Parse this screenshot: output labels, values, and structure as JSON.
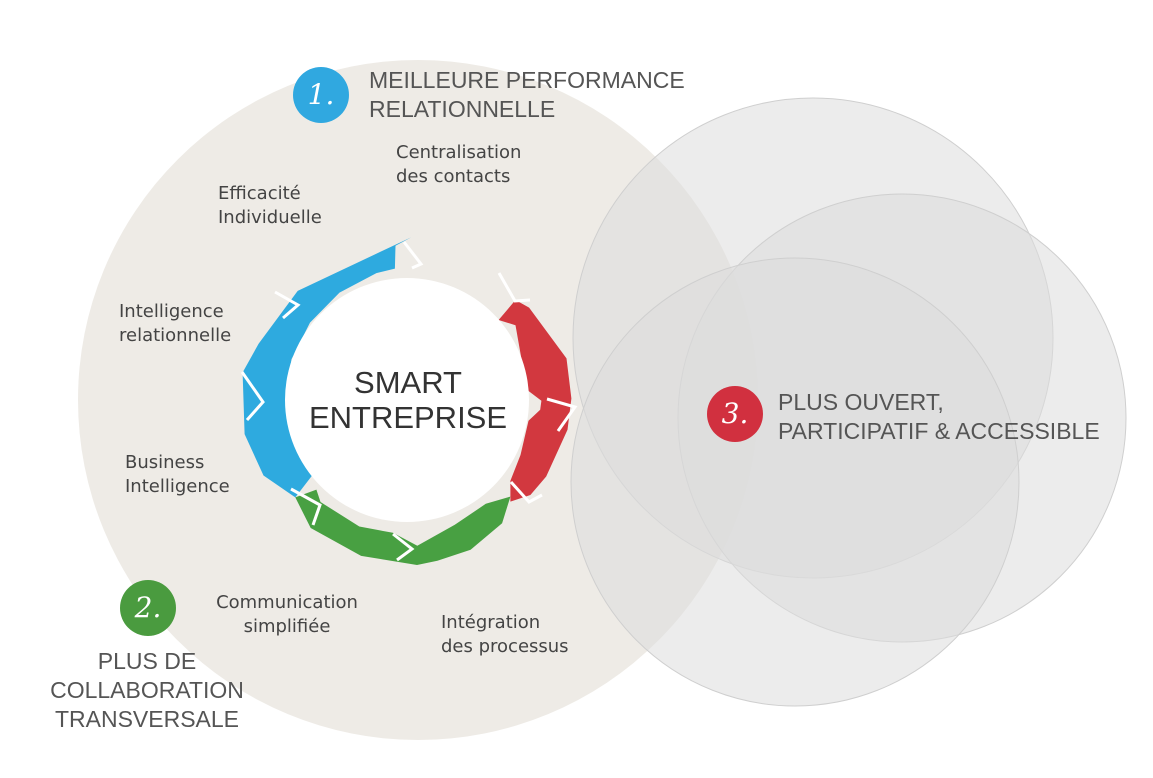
{
  "colors": {
    "primary_circle": "#eeebe6",
    "secondary_circles": "#dcdcdc",
    "ring_blue": "#2eaadf",
    "ring_red": "#d2383f",
    "ring_green": "#48a042",
    "badge_blue": "#30a8e0",
    "badge_green": "#4a9b3f",
    "badge_red": "#d1303f"
  },
  "center": {
    "line1": "SMART",
    "line2": "ENTREPRISE"
  },
  "sections": {
    "one": {
      "badge": "1.",
      "line1": "MEILLEURE PERFORMANCE",
      "line2": "RELATIONNELLE"
    },
    "two": {
      "badge": "2.",
      "line1": "PLUS DE",
      "line2": "COLLABORATION",
      "line3": "TRANSVERSALE"
    },
    "three": {
      "badge": "3.",
      "line1": "PLUS OUVERT,",
      "line2": "PARTICIPATIF & ACCESSIBLE"
    }
  },
  "labels": {
    "centralisation": {
      "line1": "Centralisation",
      "line2": "des contacts"
    },
    "efficacite": {
      "line1": "Efficacité",
      "line2": "Individuelle"
    },
    "intelligence_relationnelle": {
      "line1": "Intelligence",
      "line2": "relationnelle"
    },
    "business_intelligence": {
      "line1": "Business",
      "line2": "Intelligence"
    },
    "communication": {
      "line1": "Communication",
      "line2": "simplifiée"
    },
    "integration": {
      "line1": "Intégration",
      "line2": "des processus"
    }
  }
}
